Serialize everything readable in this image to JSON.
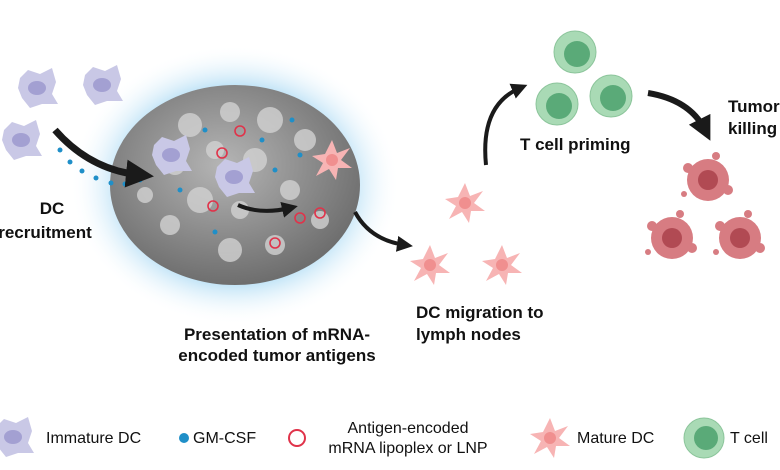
{
  "labels": {
    "dc_recruitment": [
      "DC",
      "recruitment"
    ],
    "presentation": [
      "Presentation of mRNA-",
      "encoded tumor antigens"
    ],
    "migration": [
      "DC migration to",
      "lymph nodes"
    ],
    "priming": "T cell priming",
    "killing": [
      "Tumor",
      "killing"
    ]
  },
  "legend": {
    "immature_dc": "Immature DC",
    "gm_csf": "GM-CSF",
    "lipoplex": [
      "Antigen-encoded",
      "mRNA lipoplex or LNP"
    ],
    "mature_dc": "Mature DC",
    "t_cell": "T cell"
  },
  "colors": {
    "immature_dc": "#c9c8e6",
    "gm_csf": "#1f8fc8",
    "lipoplex": "#e0334a",
    "mature_dc": "#f7b4b4",
    "t_cell": "#9fd4ad",
    "tumor_cell": "#c9575f",
    "tumor_mass": "#8f8f8f",
    "arrow": "#1a1a1a"
  }
}
